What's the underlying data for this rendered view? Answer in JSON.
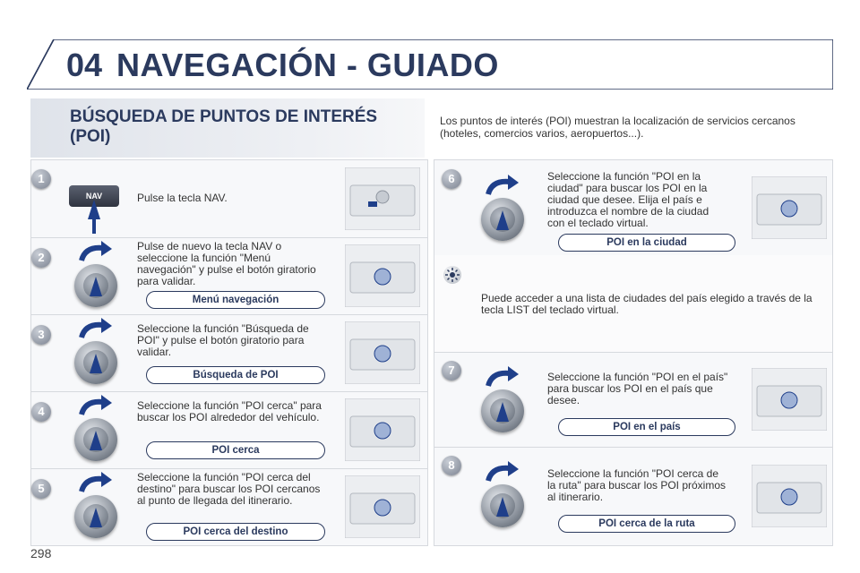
{
  "header": {
    "chapter": "04",
    "title": "NAVEGACIÓN - GUIADO"
  },
  "section": {
    "title": "BÚSQUEDA DE PUNTOS DE INTERÉS (POI)",
    "intro": "Los puntos de interés (POI) muestran la localización de servicios cercanos (hoteles, comercios varios, aeropuertos...)."
  },
  "steps": [
    {
      "number": "1",
      "text": "Pulse la tecla NAV.",
      "key_label": "NAV"
    },
    {
      "number": "2",
      "text": "Pulse de nuevo la tecla NAV o seleccione la función \"Menú navegación\" y pulse el botón giratorio para validar.",
      "button": "Menú navegación"
    },
    {
      "number": "3",
      "text": "Seleccione la función \"Búsqueda de POI\" y pulse el botón giratorio para validar.",
      "button": "Búsqueda de POI"
    },
    {
      "number": "4",
      "text": "Seleccione la función \"POI cerca\" para buscar los POI alrededor del vehículo.",
      "button": "POI cerca"
    },
    {
      "number": "5",
      "text": "Seleccione la función \"POI cerca del destino\" para buscar los POI cercanos al punto de llegada del itinerario.",
      "button": "POI cerca del destino"
    },
    {
      "number": "6",
      "text": "Seleccione la función \"POI en la ciudad\" para buscar los POI en la ciudad que desee. Elija el país e introduzca el nombre de la ciudad con el teclado virtual.",
      "button": "POI en la ciudad"
    },
    {
      "number": "7",
      "text": "Seleccione la función \"POI en el país\" para buscar los POI en el país que desee.",
      "button": "POI en el país"
    },
    {
      "number": "8",
      "text": "Seleccione la función \"POI cerca de la ruta\" para buscar los POI próximos al itinerario.",
      "button": "POI cerca de la ruta"
    }
  ],
  "tip": {
    "icon": "sun-tip-icon",
    "text": "Puede acceder a una lista de ciudades del país elegido a través de la tecla LIST del teclado virtual."
  },
  "footer": {
    "page_number": "298"
  },
  "colors": {
    "title": "#2b3a5e",
    "arrow": "#1f3f8a",
    "panel": "#f7f8fa"
  }
}
